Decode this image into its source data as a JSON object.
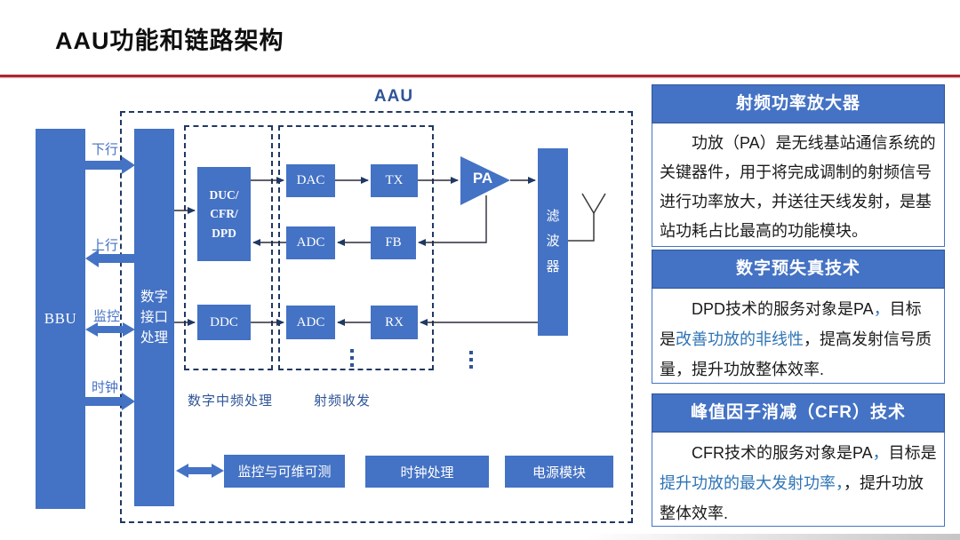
{
  "slide": {
    "title": "AAU功能和链路架构"
  },
  "diagram": {
    "aau_label": "AAU",
    "bbu_label": "BBU",
    "interface_label": "数字\n接口\n处理",
    "links": {
      "downlink": "下行",
      "uplink": "上行",
      "monitor": "监控",
      "clock": "时钟"
    },
    "blocks": {
      "duc": "DUC/\nCFR/\nDPD",
      "ddc": "DDC",
      "dac": "DAC",
      "tx": "TX",
      "adc_fb": "ADC",
      "fb": "FB",
      "adc_rx": "ADC",
      "rx": "RX",
      "pa": "PA",
      "filter": "滤\n波\n器"
    },
    "section_labels": {
      "digital_if": "数字中频处理",
      "rf_transceiver": "射频收发"
    },
    "bottom_blocks": {
      "monitor": "监控与可维可测",
      "clock": "时钟处理",
      "power": "电源模块"
    }
  },
  "panels": [
    {
      "title": "射频功率放大器",
      "text": "功放（PA）是无线基站通信系统的关键器件，用于将完成调制的射频信号进行功率放大，并送往天线发射，是基站功耗占比最高的功能模块。"
    },
    {
      "title": "数字预失真技术",
      "s1": "DPD技术的服务对象是PA",
      "s2": "，",
      "s3": "目标是",
      "s4": "改善功放的非线性",
      "s5": "，提高发射信号质量，提升功放整体效率."
    },
    {
      "title": "峰值因子消减（CFR）技术",
      "s1": "CFR技术的服务对象是PA",
      "s2": "，",
      "s3": "目标是",
      "s4": "提升功放的最大发射功率",
      "s5": "，",
      "s6": "，提升功放整体效率."
    }
  ],
  "colors": {
    "block_blue": "#4472C4",
    "dash_navy": "#1F3864",
    "accent_red": "#AE2730",
    "highlight_blue": "#2E74B5",
    "label_blue": "#2F5597"
  }
}
